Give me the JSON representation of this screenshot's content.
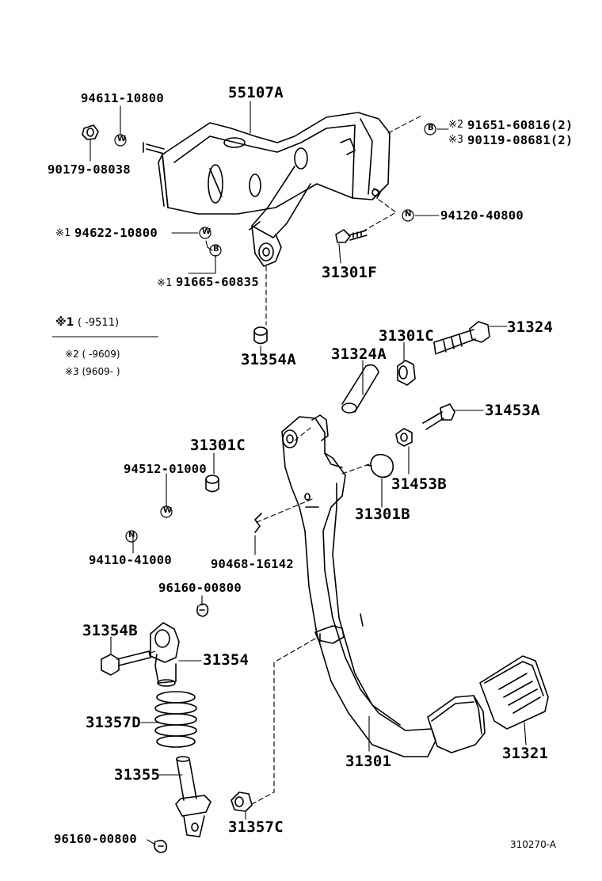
{
  "parts": {
    "p55107A": "55107A",
    "p94611": "94611-10800",
    "p90179": "90179-08038",
    "p91651": "91651-60816(2)",
    "p90119": "90119-08681(2)",
    "p94120": "94120-40800",
    "p94622": "94622-10800",
    "p91665": "91665-60835",
    "p31301F": "31301F",
    "p31354A": "31354A",
    "p31324A": "31324A",
    "p31301C_top": "31301C",
    "p31324": "31324",
    "p31453A": "31453A",
    "p31453B": "31453B",
    "p31301B": "31301B",
    "p31301C_mid": "31301C",
    "p94512": "94512-01000",
    "p94110": "94110-41000",
    "p90468": "90468-16142",
    "p96160_top": "96160-00800",
    "p31354B": "31354B",
    "p31354": "31354",
    "p31357D": "31357D",
    "p31355": "31355",
    "p31357C": "31357C",
    "p96160_bot": "96160-00800",
    "p31301": "31301",
    "p31321": "31321"
  },
  "marks": {
    "m2": "※2",
    "m3": "※3",
    "m1a": "※1",
    "m1b": "※1"
  },
  "symbols": {
    "W": "W",
    "B": "B",
    "N": "N"
  },
  "notes": {
    "n1_mark": "※1",
    "n1_range": "(      -9511)",
    "n2": "※2 (      -9609)",
    "n3": "※3 (9609-      )"
  },
  "reference": "310270-A"
}
